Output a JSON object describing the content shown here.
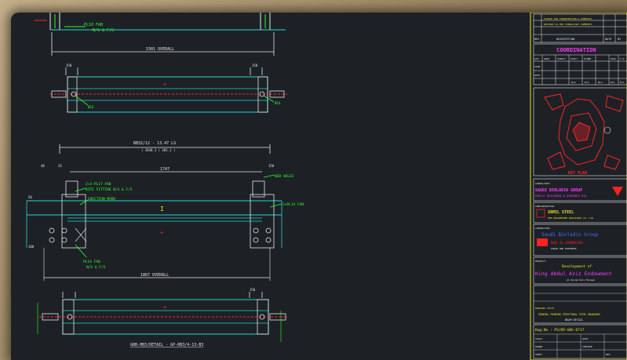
{
  "drawing": {
    "overall_top": "5301 OVERALL",
    "dim_left_a": "150",
    "dim_left_b": "150",
    "hole_dim": "Ø16",
    "plate_note_top": [
      "PL10 FAB",
      "N/S & F/S"
    ],
    "beam_label_top": "RB32/12 - 13.47 LS",
    "beam_label_sub": "( 2038.1 / 201.1 )",
    "span_dim": "1747",
    "web_holes": "WEB HOLES",
    "plate_fitting": [
      "3+3-PL17 FAB",
      "RITE FITTING N/S & F/S"
    ],
    "erection_mark": "ERECTION MARK",
    "plate_right": "2+PL14 FAB",
    "plate_bottom": [
      "PL14 FAB",
      "N/S & F/S"
    ],
    "overall_bottom": "1867 OVERALL",
    "ref_40": "40",
    "ref_35": "35",
    "ref_150a": "150",
    "ref_150b": "150",
    "ref_50": "50",
    "ref_100": "100",
    "caption": "GRB-HB3/DETAIL - GP-RB3/4-13-B3"
  },
  "title_block": {
    "rev_row_1": "ISSUED FOR COORDINATION & APPROVAL",
    "rev_row_2": "REVISED AS PER CONSULTANT COMMENTS",
    "rev_headers": [
      "REV",
      "DESCRIPTION",
      "DATE",
      "BY"
    ],
    "coordination": "COORDINATION",
    "coord_headers": [
      "STR",
      "ARCH",
      "STRUCT",
      "ELECT",
      "PLUMB",
      "HVAC",
      "I.D"
    ],
    "coord_rows": [
      "SIGN",
      "DATE"
    ],
    "coord_foot": [
      "N/A",
      "N/A",
      "N/A",
      "N/A",
      "N/A"
    ],
    "key_plan": "KEY PLAN",
    "consultant_label": "CONSULTANT:",
    "consultant_1": "SAUDI BINLADIN GROUP",
    "consultant_2": "PUBLIC BUILDINGS & AIRPORTS DIV.",
    "subcontractor": "SUBCONTRACTOR:",
    "sub_name": "ZAMIL STEEL",
    "sub_desc": "PRE-ENGINEERED BUILDINGS CO. LTD",
    "contractor": "CONTRACTOR:",
    "contractor_name": "Saudi Binladin Group",
    "company_2": "DAR AL-HANDASAH",
    "company_2_sub": "SHAIR AND PARTNERS",
    "project": "PROJECT:",
    "project_name": "Development of",
    "client_name": "King Abdul Aziz Endowment",
    "client_sub": "Al Haram Holy Mosque",
    "drawing_title": "DRAWING TITLE:",
    "title_line_1": "GENERAL FRAMING STRUCTURAL STEEL DRAWINGS",
    "title_line_2": "BEAM DETAIL",
    "dwg_no": "Dwg.No : PS/DR-GBS-6717",
    "scale": "SCALE",
    "date": "DATE",
    "drawn": "DRAWN",
    "checked": "CHECKED",
    "sheet": "SHEET",
    "rev": "REV"
  },
  "colors": {
    "background": "#1d2126",
    "cyan": "#22d3d3",
    "white": "#e6e6e6",
    "green": "#2bff2b",
    "red": "#ff2222",
    "yellow": "#f2e21c",
    "magenta": "#ff38ff",
    "blue": "#4d6bff"
  }
}
